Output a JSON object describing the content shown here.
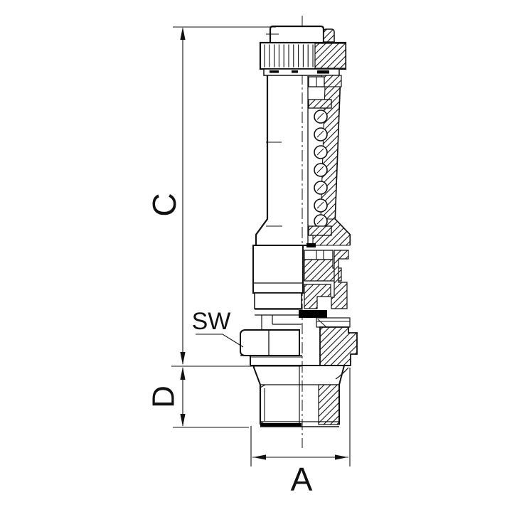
{
  "labels": {
    "dim_height": "C",
    "dim_thread_length": "D",
    "dim_width": "A",
    "wrench_size": "SW"
  },
  "colors": {
    "line": "#111111",
    "background": "#ffffff",
    "seal": "#000000"
  }
}
